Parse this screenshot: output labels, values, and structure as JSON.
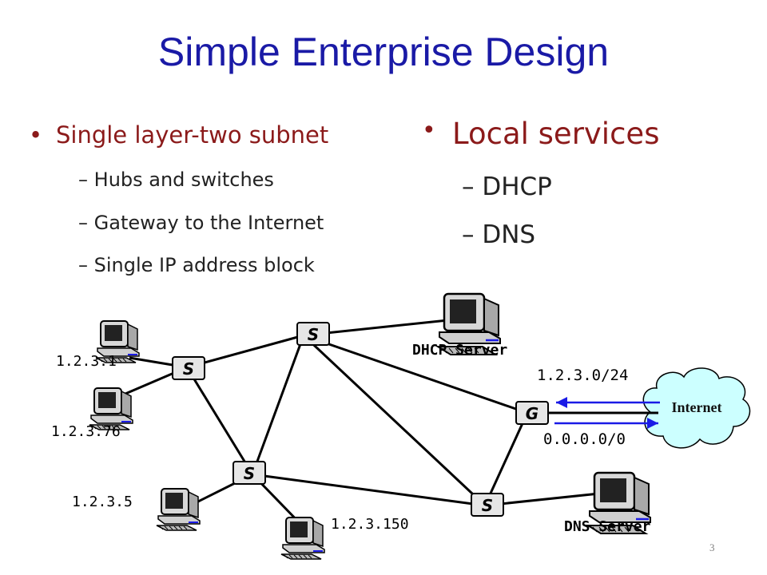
{
  "title": "Simple Enterprise Design",
  "left_bullet": {
    "heading": "Single layer-two subnet",
    "items": [
      "Hubs and switches",
      "Gateway to the Internet",
      "Single IP address block"
    ]
  },
  "right_bullet": {
    "heading": "Local services",
    "items": [
      "DHCP",
      "DNS"
    ]
  },
  "diagram": {
    "switch_label": "S",
    "gateway_label": "G",
    "internet_label": "Internet",
    "dhcp_server_label": "DHCP Server",
    "dns_server_label": "DNS Server",
    "hosts": [
      "1.2.3.1",
      "1.2.3.76",
      "1.2.3.5",
      "1.2.3.150"
    ],
    "route_in": "1.2.3.0/24",
    "route_out": "0.0.0.0/0"
  },
  "slide_number": "3",
  "colors": {
    "title": "#1a1aa6",
    "bullet_heading": "#8b1a1a",
    "internet_cloud": "#ccffff",
    "route_arrow": "#1a1ae6"
  }
}
